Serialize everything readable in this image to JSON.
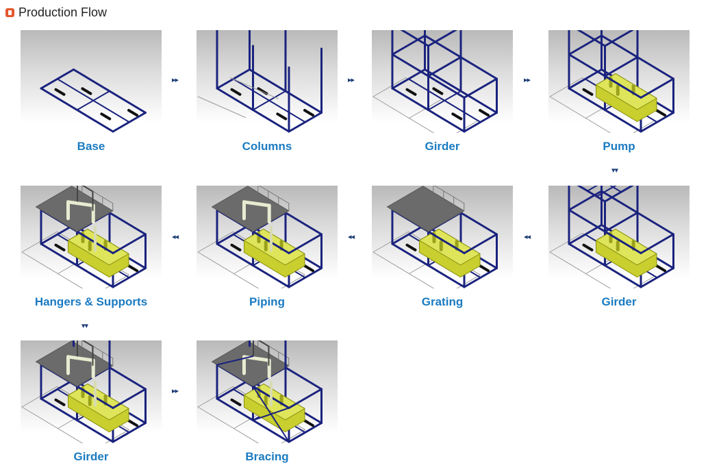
{
  "header": {
    "title": "Production Flow",
    "icon": "play-icon",
    "icon_color": "#e4572e"
  },
  "steps": [
    {
      "label": "Base",
      "stage": 1
    },
    {
      "label": "Columns",
      "stage": 2
    },
    {
      "label": "Girder",
      "stage": 3
    },
    {
      "label": "Pump",
      "stage": 4
    },
    {
      "label": "Girder",
      "stage": 5
    },
    {
      "label": "Grating",
      "stage": 6
    },
    {
      "label": "Piping",
      "stage": 7
    },
    {
      "label": "Hangers & Supports",
      "stage": 8
    },
    {
      "label": "Girder",
      "stage": 9
    },
    {
      "label": "Bracing",
      "stage": 10
    }
  ],
  "arrows": {
    "right": "▸▸",
    "left": "◂◂",
    "down": "▾▾"
  },
  "colors": {
    "frame": "#1a237e",
    "equipment": "#c8cf2e",
    "label": "#1a7bc1",
    "arrow": "#1d3d78",
    "grating": "#6b6b6b",
    "shadow": "#9a9a9a"
  }
}
